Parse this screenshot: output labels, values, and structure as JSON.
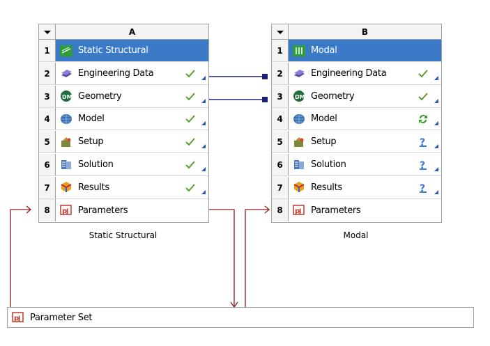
{
  "systems": [
    {
      "letter": "A",
      "caption": "Static Structural",
      "rows": [
        {
          "num": "1",
          "label": "Static Structural",
          "icon": "static-structural-icon",
          "status": ""
        },
        {
          "num": "2",
          "label": "Engineering Data",
          "icon": "engineering-data-icon",
          "status": "check"
        },
        {
          "num": "3",
          "label": "Geometry",
          "icon": "geometry-icon",
          "status": "check"
        },
        {
          "num": "4",
          "label": "Model",
          "icon": "model-icon",
          "status": "check"
        },
        {
          "num": "5",
          "label": "Setup",
          "icon": "setup-icon",
          "status": "check"
        },
        {
          "num": "6",
          "label": "Solution",
          "icon": "solution-icon",
          "status": "check"
        },
        {
          "num": "7",
          "label": "Results",
          "icon": "results-icon",
          "status": "check"
        },
        {
          "num": "8",
          "label": "Parameters",
          "icon": "parameters-icon",
          "status": ""
        }
      ]
    },
    {
      "letter": "B",
      "caption": "Modal",
      "rows": [
        {
          "num": "1",
          "label": "Modal",
          "icon": "modal-icon",
          "status": ""
        },
        {
          "num": "2",
          "label": "Engineering Data",
          "icon": "engineering-data-icon",
          "status": "check"
        },
        {
          "num": "3",
          "label": "Geometry",
          "icon": "geometry-icon",
          "status": "check"
        },
        {
          "num": "4",
          "label": "Model",
          "icon": "model-icon",
          "status": "refresh"
        },
        {
          "num": "5",
          "label": "Setup",
          "icon": "setup-icon",
          "status": "question"
        },
        {
          "num": "6",
          "label": "Solution",
          "icon": "solution-icon",
          "status": "question"
        },
        {
          "num": "7",
          "label": "Results",
          "icon": "results-icon",
          "status": "question"
        },
        {
          "num": "8",
          "label": "Parameters",
          "icon": "parameters-icon",
          "status": ""
        }
      ]
    }
  ],
  "parameter_set": {
    "label": "Parameter Set",
    "icon": "parameter-set-icon"
  },
  "colors": {
    "title_row": "#3b7ac7",
    "link_line": "#1f1f7a",
    "param_line": "#8b1a1a",
    "check": "#5a9e2a",
    "corner": "#2a59c4"
  }
}
